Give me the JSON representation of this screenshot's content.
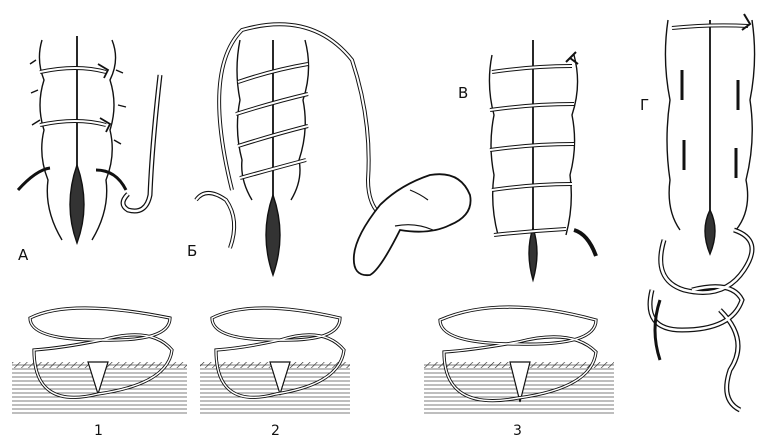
{
  "figure": {
    "panel_labels": [
      "А",
      "Б",
      "В",
      "Г"
    ],
    "cross_section_labels": [
      "1",
      "2",
      "3"
    ],
    "colors": {
      "ink": "#111111",
      "paper": "#ffffff",
      "hatch": "#222222"
    }
  }
}
